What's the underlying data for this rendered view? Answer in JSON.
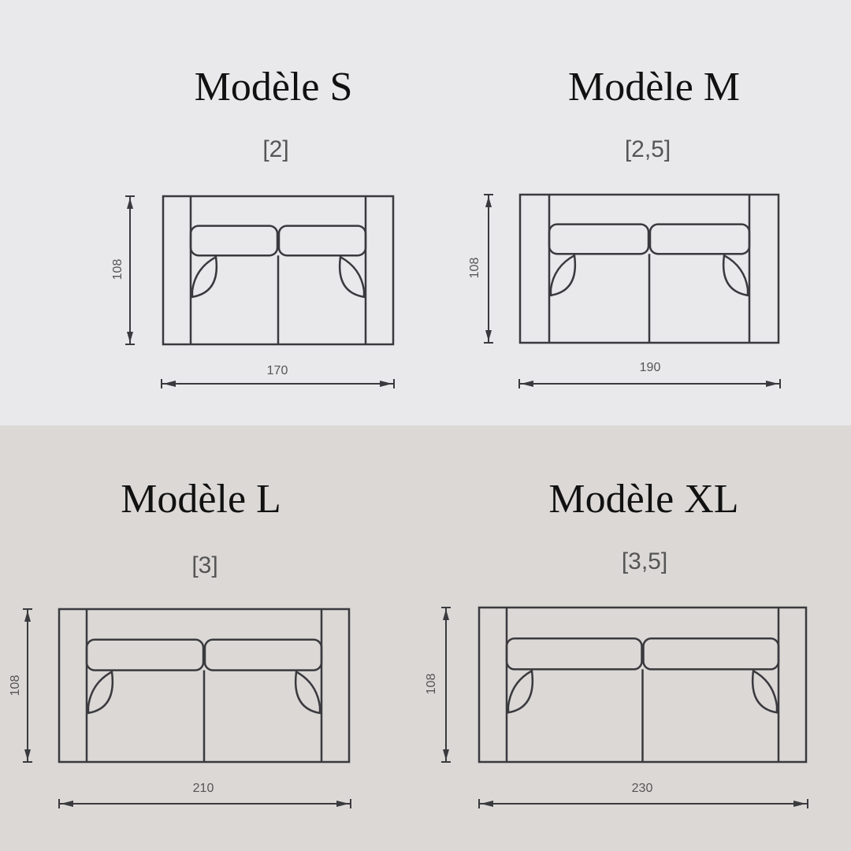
{
  "models": [
    {
      "title": "Modèle S",
      "seats": "[2]",
      "depth": "108",
      "width": "170"
    },
    {
      "title": "Modèle M",
      "seats": "[2,5]",
      "depth": "108",
      "width": "190"
    },
    {
      "title": "Modèle L",
      "seats": "[3]",
      "depth": "108",
      "width": "210"
    },
    {
      "title": "Modèle XL",
      "seats": "[3,5]",
      "depth": "108",
      "width": "230"
    }
  ],
  "colors": {
    "line": "#3a3a3e",
    "text_gray": "#555555"
  }
}
